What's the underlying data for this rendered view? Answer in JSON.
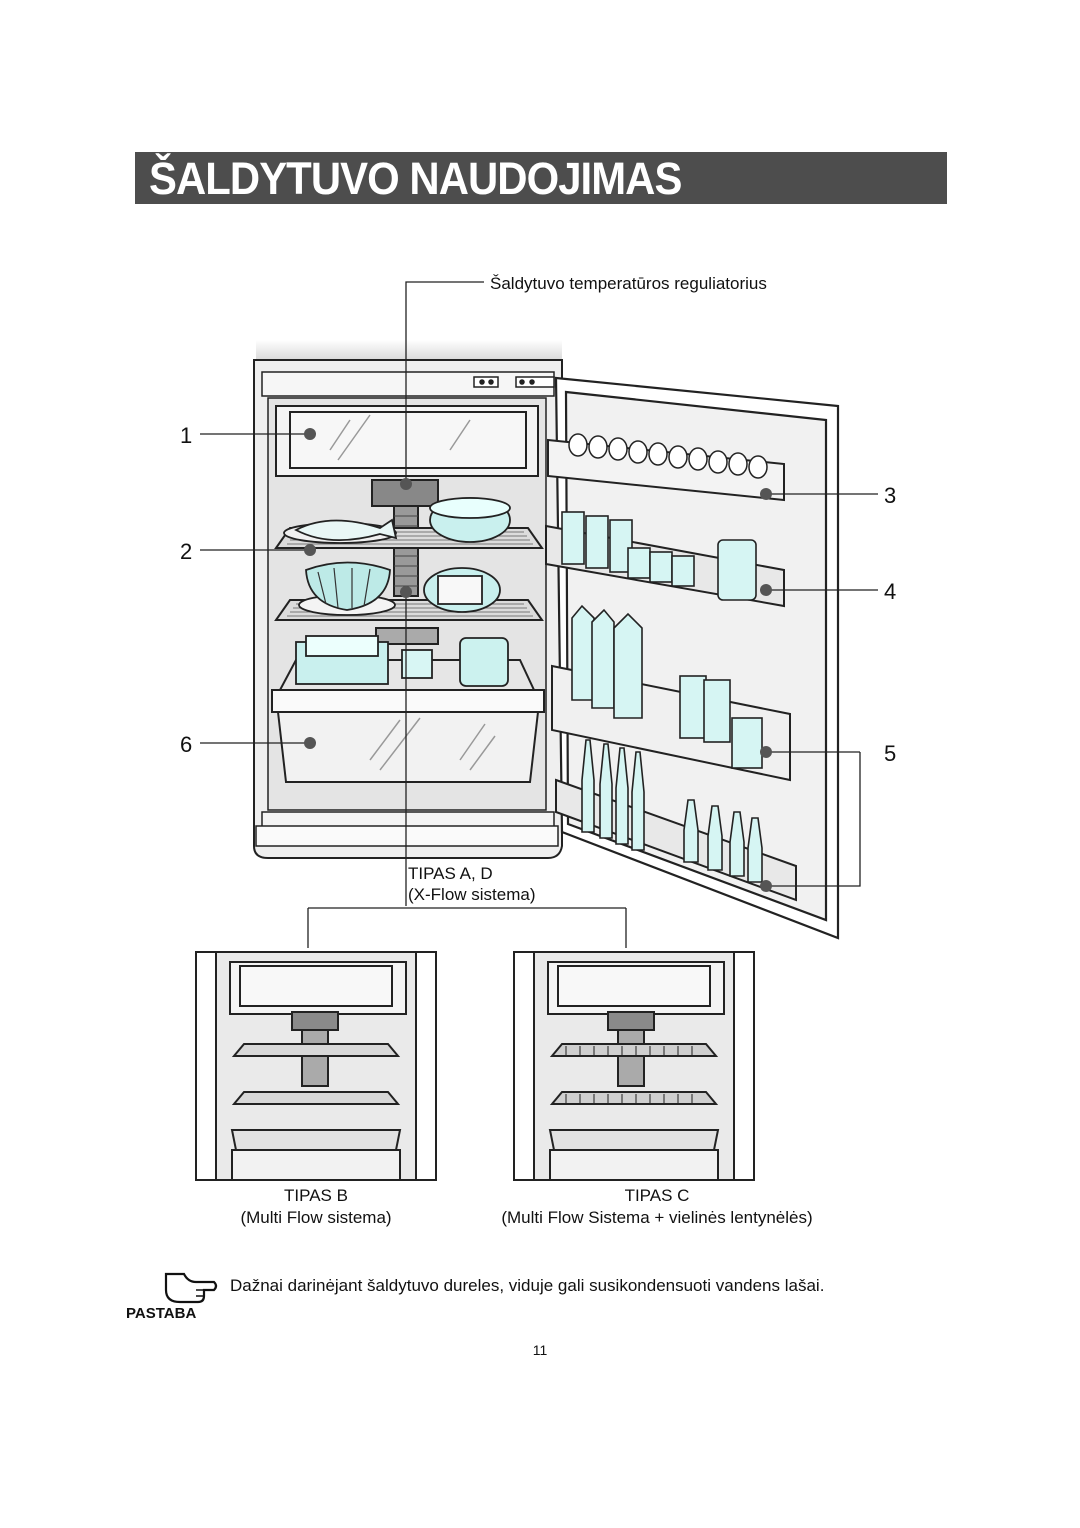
{
  "header": {
    "title": "ŠALDYTUVO NAUDOJIMAS"
  },
  "diagram": {
    "regulator_label": "Šaldytuvo temperatūros reguliatorius",
    "callouts": [
      "1",
      "2",
      "3",
      "4",
      "5",
      "6"
    ],
    "type_a": {
      "label": "TIPAS A, D",
      "sub": "(X-Flow sistema)"
    },
    "type_b": {
      "label": "TIPAS B",
      "sub": "(Multi Flow sistema)"
    },
    "type_c": {
      "label": "TIPAS C",
      "sub": "(Multi Flow Sistema + vielinės lentynėlės)"
    }
  },
  "note": {
    "icon": "pointing-hand-icon",
    "label": "PASTABA",
    "text": "Dažnai darinėjant šaldytuvo dureles, viduje gali susikondensuoti vandens lašai."
  },
  "footer": {
    "page_number": "11"
  }
}
